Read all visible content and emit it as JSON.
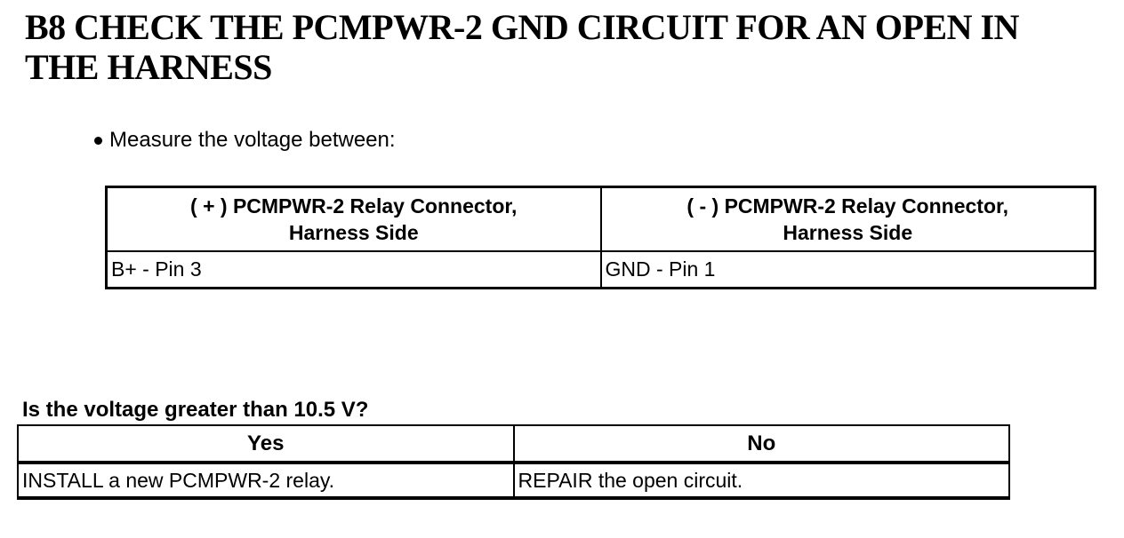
{
  "colors": {
    "text": "#000000",
    "background": "#ffffff"
  },
  "document": {
    "heading": {
      "line1": "B8 CHECK THE PCMPWR-2 GND CIRCUIT FOR AN OPEN IN",
      "line2": "THE HARNESS"
    },
    "instruction": {
      "bullet_text": "Measure the voltage between:"
    },
    "measurement_table": {
      "columns": [
        {
          "header_line1": "( + ) PCMPWR-2 Relay Connector,",
          "header_line2": "Harness Side",
          "value": "B+ - Pin 3"
        },
        {
          "header_line1": "( - ) PCMPWR-2 Relay Connector,",
          "header_line2": "Harness Side",
          "value": "GND - Pin 1"
        }
      ]
    },
    "question": "Is the voltage greater than 10.5 V?",
    "decision_table": {
      "columns": [
        {
          "header": "Yes",
          "action": "INSTALL a new PCMPWR-2 relay."
        },
        {
          "header": "No",
          "action": "REPAIR the open circuit."
        }
      ]
    }
  }
}
